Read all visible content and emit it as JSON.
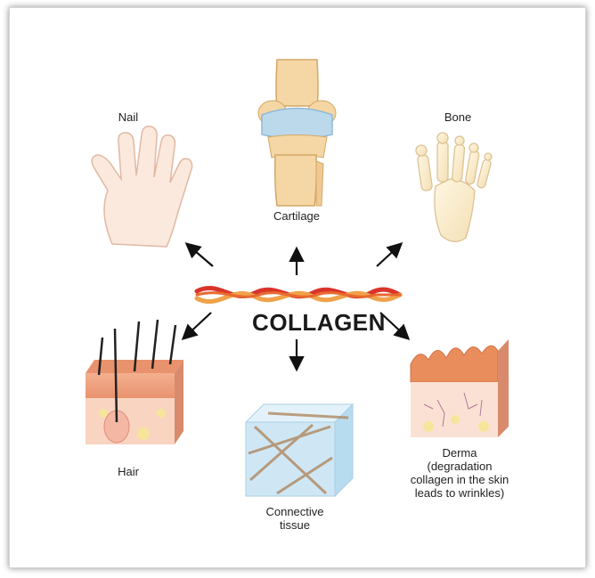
{
  "diagram": {
    "title": "COLLAGEN",
    "labels": {
      "nail": "Nail",
      "cartilage": "Cartilage",
      "bone": "Bone",
      "hair": "Hair",
      "connective_line1": "Connective",
      "connective_line2": "tissue",
      "derma_line1": "Derma",
      "derma_line2": "(degradation",
      "derma_line3": "collagen in the skin",
      "derma_line4": "leads to wrinkles)"
    },
    "colors": {
      "collagen_red": "#d9342b",
      "collagen_orange": "#f0a24a",
      "arrow": "#111111",
      "skin": "#f6c9b3",
      "cartilage_blue": "#bcd9ec",
      "tissue_blue": "#cfe7f4"
    }
  }
}
